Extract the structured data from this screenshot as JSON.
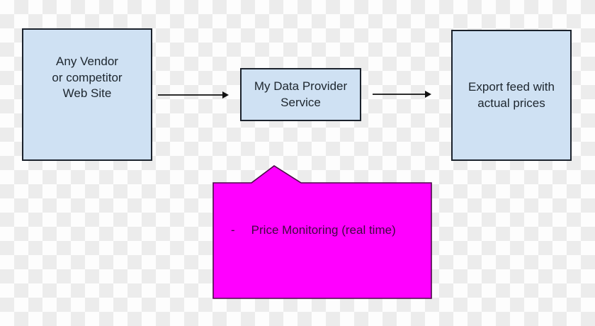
{
  "diagram": {
    "nodes": {
      "source": {
        "lines": [
          "Any Vendor",
          "or competitor",
          "Web Site"
        ]
      },
      "service": {
        "lines": [
          "My Data Provider",
          "Service"
        ]
      },
      "export": {
        "lines": [
          "Export feed with",
          "actual prices"
        ]
      }
    },
    "edges": [
      {
        "from": "source",
        "to": "service"
      },
      {
        "from": "service",
        "to": "export"
      }
    ],
    "callout": {
      "bullet": "-",
      "label": "Price Monitoring (real time)"
    },
    "colors": {
      "checker_light": "#fdfdfd",
      "checker_dark": "#ececec",
      "node_fill": "#cfe1f3",
      "node_border": "#1b222c",
      "node_text": "#1d262e",
      "arrow": "#111111",
      "callout_fill": "#ff00ff",
      "callout_border": "#4a0848",
      "callout_text": "#3f0941"
    }
  }
}
